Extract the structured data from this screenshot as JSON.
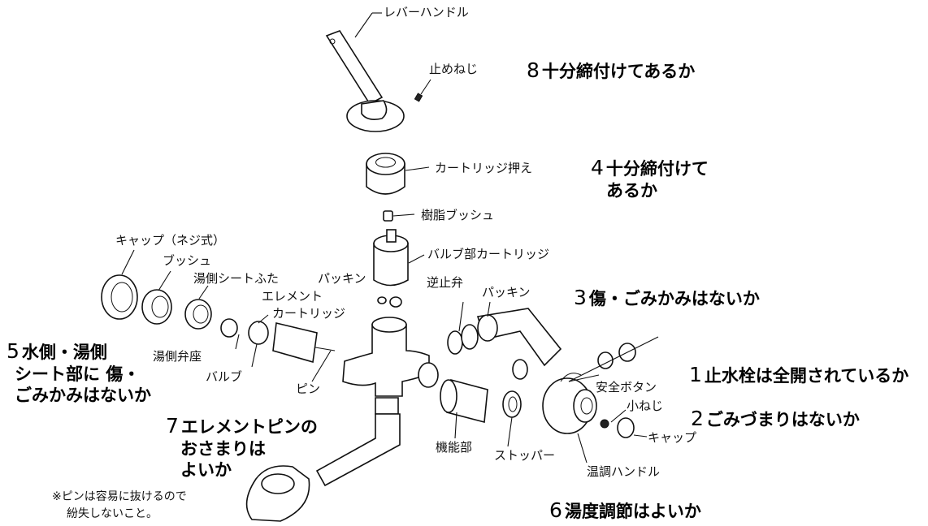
{
  "parts": {
    "lever_handle": "レバーハンドル",
    "set_screw": "止めねじ",
    "cartridge_holder": "カートリッジ押え",
    "resin_bush": "樹脂ブッシュ",
    "valve_cartridge": "バルブ部カートリッジ",
    "cap_screw_type": "キャップ（ネジ式）",
    "bush": "ブッシュ",
    "hot_seat_cover": "湯側シートふた",
    "packing_top": "パッキン",
    "element_cartridge_1": "エレメント",
    "element_cartridge_2": "カートリッジ",
    "check_valve": "逆止弁",
    "packing_right": "パッキン",
    "hot_valve_seat": "湯側弁座",
    "valve": "バルブ",
    "pin": "ピン",
    "safety_button": "安全ボタン",
    "small_screw": "小ねじ",
    "cap": "キャップ",
    "function_unit": "機能部",
    "stopper": "ストッパー",
    "temp_handle": "温調ハンドル"
  },
  "checks": {
    "c1": {
      "num": "1",
      "text": "止水栓は全開されているか"
    },
    "c2": {
      "num": "2",
      "text": "ごみづまりはないか"
    },
    "c3": {
      "num": "3",
      "text": "傷・ごみかみはないか"
    },
    "c4": {
      "num": "4",
      "text_line1": "十分締付けて",
      "text_line2": "あるか"
    },
    "c5": {
      "num": "5",
      "text_line1": "水側・湯側",
      "text_line2": "シート部に 傷・",
      "text_line3": "ごみかみはないか"
    },
    "c6": {
      "num": "6",
      "text": "湯度調節はよいか"
    },
    "c7": {
      "num": "7",
      "text_line1": "エレメントピンの",
      "text_line2": "おさまりは",
      "text_line3": "よいか"
    },
    "c8": {
      "num": "8",
      "text": "十分締付けてあるか"
    }
  },
  "note": {
    "line1": "※ピンは容易に抜けるので",
    "line2": "紛失しないこと。"
  }
}
